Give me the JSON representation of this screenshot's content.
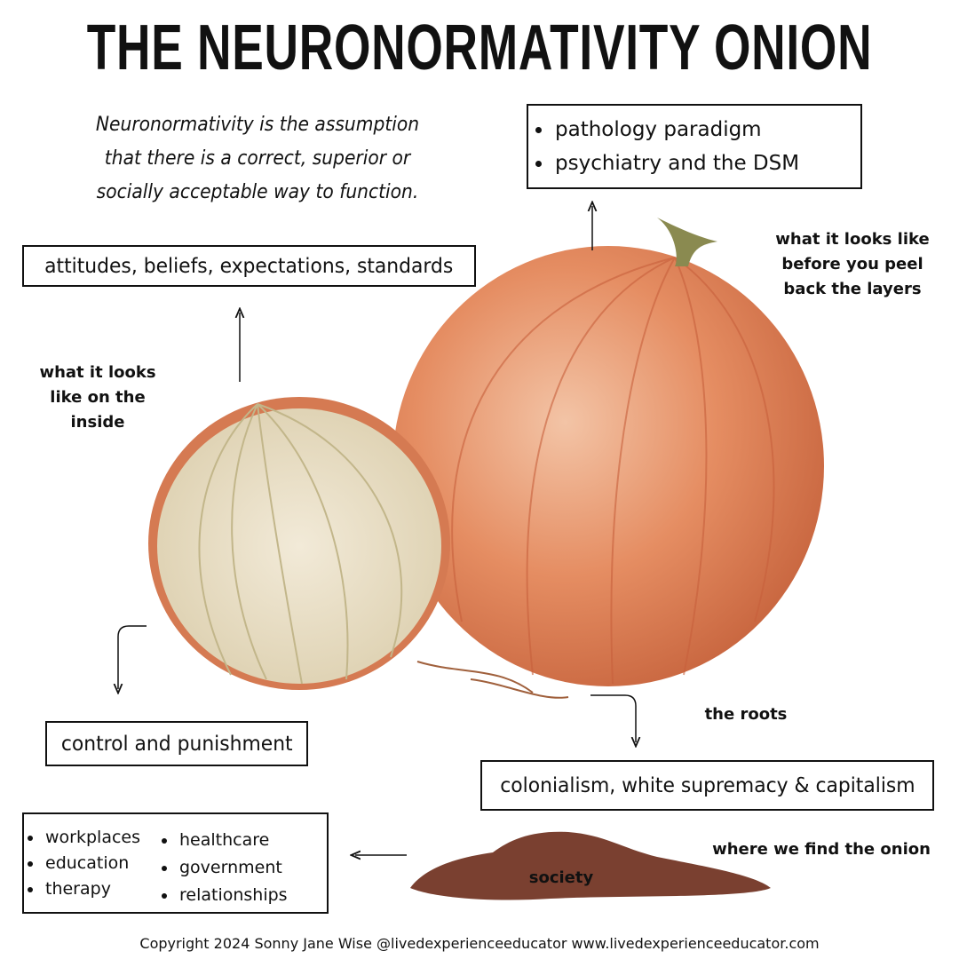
{
  "title": "THE NEURONORMATIVITY ONION",
  "intro": [
    "Neuronormativity is the assumption",
    "that there is a correct, superior or",
    "socially acceptable way to function."
  ],
  "top_box": [
    "pathology paradigm",
    "psychiatry and the DSM"
  ],
  "outer_label": [
    "what it looks like",
    "before you peel",
    "back the layers"
  ],
  "attitudes_box": "attitudes, beliefs, expectations, standards",
  "inside_label": [
    "what it looks",
    "like on the",
    "inside"
  ],
  "control_box": "control and punishment",
  "roots_label": "the roots",
  "roots_box": "colonialism, white supremacy & capitalism",
  "society_list": {
    "col1": [
      "workplaces",
      "education",
      "therapy"
    ],
    "col2": [
      "healthcare",
      "government",
      "relationships"
    ]
  },
  "society_label": "society",
  "where_label": "where we find the onion",
  "copyright": "Copyright 2024 Sonny Jane Wise @livedexperienceeducator www.livedexperienceeducator.com",
  "colors": {
    "onion_skin": "#e0845a",
    "onion_inside": "#e8dcc0",
    "soil": "#7a4030"
  }
}
